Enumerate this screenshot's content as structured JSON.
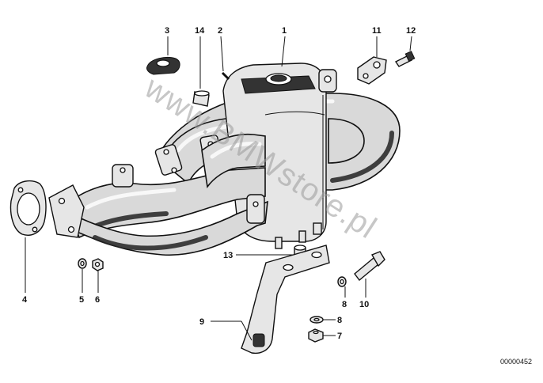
{
  "diagram": {
    "callouts": [
      {
        "id": "c1",
        "label": "1"
      },
      {
        "id": "c2",
        "label": "2"
      },
      {
        "id": "c3",
        "label": "3"
      },
      {
        "id": "c4",
        "label": "4"
      },
      {
        "id": "c5",
        "label": "5"
      },
      {
        "id": "c6",
        "label": "6"
      },
      {
        "id": "c7",
        "label": "7"
      },
      {
        "id": "c8a",
        "label": "8"
      },
      {
        "id": "c8b",
        "label": "8"
      },
      {
        "id": "c9",
        "label": "9"
      },
      {
        "id": "c10",
        "label": "10"
      },
      {
        "id": "c11",
        "label": "11"
      },
      {
        "id": "c12",
        "label": "12"
      },
      {
        "id": "c13",
        "label": "13"
      },
      {
        "id": "c14",
        "label": "14"
      }
    ],
    "document_number": "00000452",
    "watermark": "www.BMWstore.pl"
  }
}
